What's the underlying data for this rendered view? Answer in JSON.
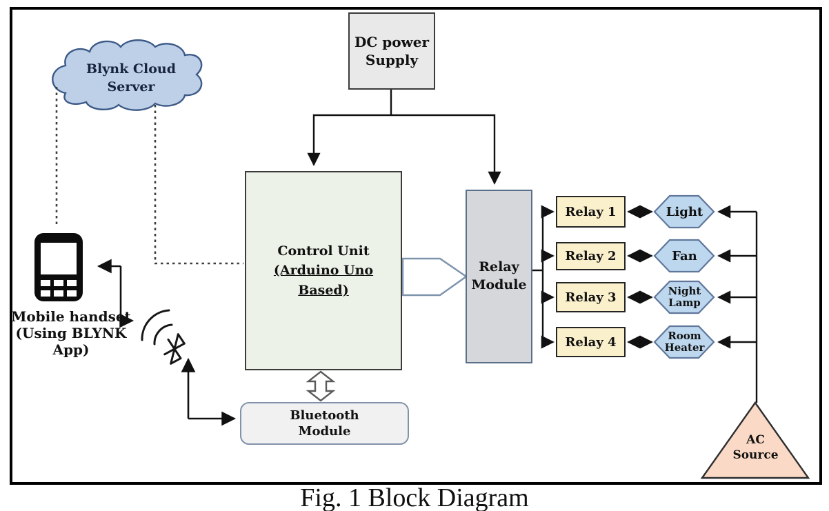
{
  "figure": {
    "caption": "Fig. 1 Block Diagram"
  },
  "nodes": {
    "cloud": {
      "line1": "Blynk Cloud",
      "line2": "Server"
    },
    "dc_power": {
      "line1": "DC power",
      "line2": "Supply"
    },
    "control_unit": {
      "line1": "Control Unit",
      "line2": "(Arduino Uno",
      "line3": "Based)"
    },
    "relay_module": {
      "line1": "Relay",
      "line2": "Module"
    },
    "bluetooth_module": {
      "line1": "Bluetooth",
      "line2": "Module"
    },
    "mobile_handset": {
      "line1": "Mobile handset",
      "line2": "(Using BLYNK",
      "line3": "App)"
    },
    "ac_source": {
      "line1": "AC",
      "line2": "Source"
    },
    "relays": [
      {
        "label": "Relay 1"
      },
      {
        "label": "Relay 2"
      },
      {
        "label": "Relay 3"
      },
      {
        "label": "Relay 4"
      }
    ],
    "appliances": [
      {
        "line1": "Light",
        "line2": ""
      },
      {
        "line1": "Fan",
        "line2": ""
      },
      {
        "line1": "Night",
        "line2": "Lamp"
      },
      {
        "line1": "Room",
        "line2": "Heater"
      }
    ]
  },
  "colors": {
    "cloud_fill": "#bed0e8",
    "cloud_stroke": "#3d5a87",
    "dc_fill": "#e9e9e9",
    "control_fill": "#edf2e8",
    "relay_module_fill": "#d5d7da",
    "relay_module_stroke": "#5a6f8a",
    "relay_fill": "#fbf0cc",
    "hex_fill": "#bdd7ee",
    "hex_stroke": "#60779b",
    "triangle_fill": "#fadac6",
    "bt_module_fill": "#f1f1f1",
    "bt_module_stroke": "#8292ac",
    "block_arrow_stroke": "#7e93ac",
    "line_color": "#111111"
  }
}
